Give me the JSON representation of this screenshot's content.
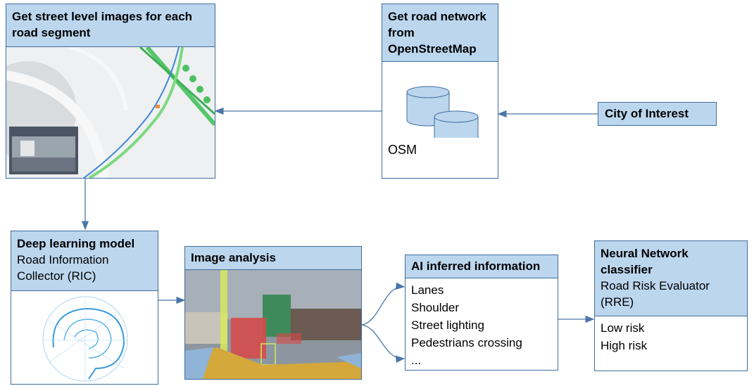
{
  "boxes": {
    "street_images": {
      "title": "Get street level images for each road segment"
    },
    "road_network": {
      "title": "Get road network from OpenStreetMap",
      "db_label": "OSM"
    },
    "city": {
      "label": "City of Interest"
    },
    "deep_learning": {
      "title": "Deep learning model",
      "subtitle": "Road Information Collector (RIC)"
    },
    "image_analysis": {
      "title": "Image analysis"
    },
    "ai_inferred": {
      "title": "AI inferred information",
      "items": [
        "Lanes",
        "Shoulder",
        "Street lighting",
        "Pedestrians crossing",
        "..."
      ]
    },
    "classifier": {
      "title": "Neural Network classifier",
      "subtitle": "Road Risk Evaluator (RRE)",
      "items": [
        "Low risk",
        "High risk"
      ]
    }
  },
  "colors": {
    "header_fill": "#bcd6ee",
    "border": "#3f6d9e",
    "arrow": "#4a76a8"
  }
}
